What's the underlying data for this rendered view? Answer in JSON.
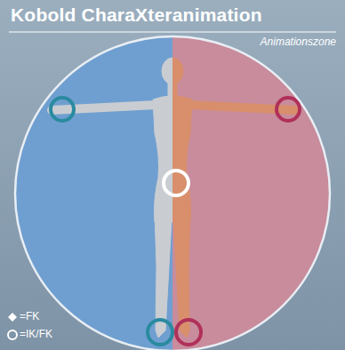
{
  "diagram": {
    "title": "Kobold CharaXteranimation",
    "labels": [
      "Animationszone"
    ],
    "legend": [
      {
        "text": "=FK"
      },
      {
        "text": "=IK/FK"
      }
    ]
  }
}
